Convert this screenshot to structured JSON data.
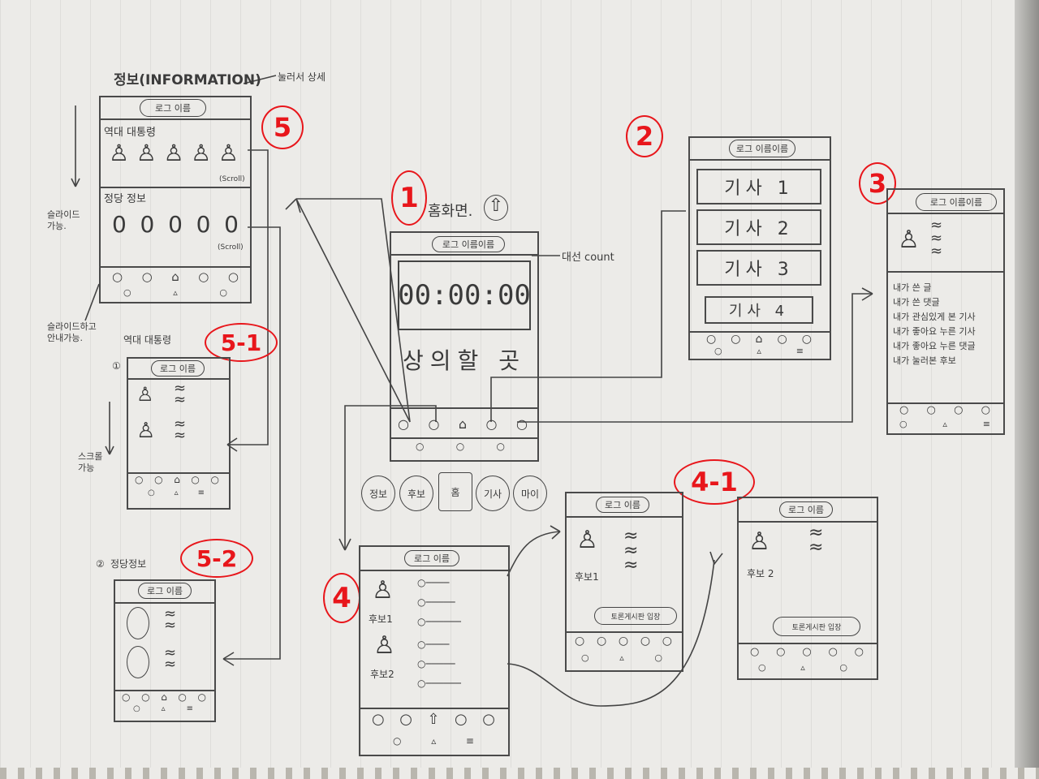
{
  "colors": {
    "paper": "#ecebe8",
    "pencil": "#3a3a3a",
    "marker_red": "#e8161b"
  },
  "markers": {
    "m1": "1",
    "m2": "2",
    "m3": "3",
    "m4": "4",
    "m41": "4-1",
    "m5": "5",
    "m51": "5-1",
    "m52": "5-2"
  },
  "home": {
    "title": "홈화면.",
    "header_pill": "로그 이름이름",
    "timer": "00:00:00",
    "timer_note": "대선 count",
    "caption": "상의할 곳",
    "nav_labels": [
      "정보",
      "후보",
      "홈",
      "기사",
      "마이"
    ]
  },
  "articles": {
    "header_pill": "로그 이름이름",
    "items": [
      "기사 1",
      "기사 2",
      "기사 3",
      "기사 4"
    ]
  },
  "mypage": {
    "header_pill": "로그 이름이름",
    "list": [
      "내가 쓴 글",
      "내가 쓴 댓글",
      "내가 관심있게 본 기사",
      "내가 좋아요 누른 기사",
      "내가 좋아요 누른 댓글",
      "내가 눌러본 후보"
    ]
  },
  "info": {
    "title": "정보(INFORMATION)",
    "header_pill": "로그 이름",
    "note": "눌러서 상세",
    "section1": "역대 대통령",
    "section2": "정당 정보",
    "scroll1": "(Scroll)",
    "scroll2": "(Scroll)",
    "side_note": "슬라이드 가능.",
    "side_note2": "슬라이드하고 안내가능."
  },
  "info_detail1": {
    "label": "역대 대통령",
    "num": "①",
    "header_pill": "로그 이름",
    "side_note": "스크롤 가능"
  },
  "info_detail2": {
    "label": "정당정보",
    "num": "②",
    "header_pill": "로그 이름"
  },
  "candidates": {
    "header_pill": "로그 이름",
    "cand1": "후보1",
    "cand2": "후보2"
  },
  "cand_detail1": {
    "header_pill": "로그 이름",
    "name": "후보1",
    "button": "토론게시판 입장"
  },
  "cand_detail2": {
    "header_pill": "로그 이름",
    "name": "후보 2",
    "button": "토론게시판 입장"
  }
}
